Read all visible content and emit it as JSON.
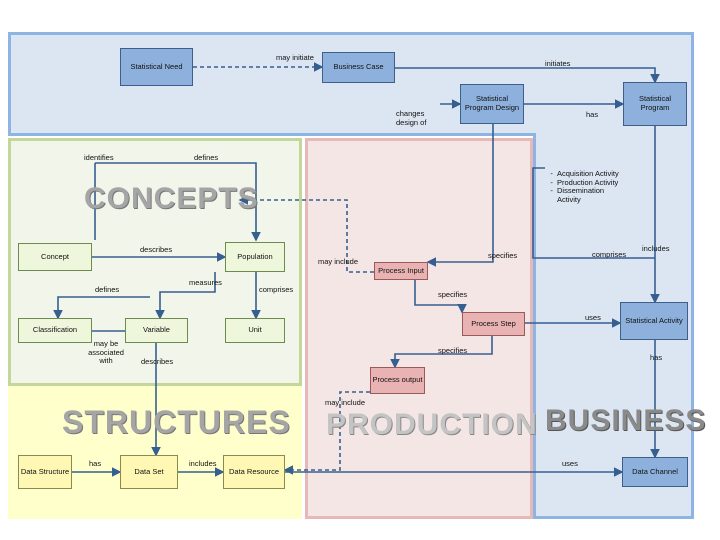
{
  "sections": {
    "concepts": "CONCEPTS",
    "structures": "STRUCTURES",
    "production": "PRODUCTION",
    "business": "BUSINESS"
  },
  "nodes": {
    "statistical_need": "Statistical Need",
    "business_case": "Business Case",
    "statistical_program_design": "Statistical Program Design",
    "statistical_program": "Statistical Program",
    "concept": "Concept",
    "population": "Population",
    "classification": "Classification",
    "variable": "Variable",
    "unit": "Unit",
    "process_input": "Process Input",
    "process_step": "Process Step",
    "process_output": "Process output",
    "statistical_activity": "Statistical Activity",
    "data_structure": "Data Structure",
    "data_set": "Data Set",
    "data_resource": "Data Resource",
    "data_channel": "Data Channel"
  },
  "activities": [
    "Acquisition Activity",
    "Production Activity",
    "Dissemination Activity"
  ],
  "relations": {
    "may_initiate": "may initiate",
    "initiates": "initiates",
    "changes_design_of": "changes design of",
    "has_top": "has",
    "identifies": "identifies",
    "defines_top": "defines",
    "describes": "describes",
    "measures": "measures",
    "defines_mid": "defines",
    "comprises_left": "comprises",
    "may_be_associated_with": "may be associated with",
    "describes_bottom": "describes",
    "may_include_top": "may include",
    "specifies_top": "specifies",
    "specifies_mid": "specifies",
    "specifies_bottom": "specifies",
    "comprises_right": "comprises",
    "includes_right": "includes",
    "uses_mid": "uses",
    "has_right": "has",
    "may_include_bottom": "may include",
    "has_bottom": "has",
    "includes_bottom": "includes",
    "uses_bottom": "uses"
  },
  "colors": {
    "business_bg": "#dce6f2",
    "business_border": "#8eb4e3",
    "concepts_bg": "#f2f6ea",
    "concepts_border": "#c4d79b",
    "structures_bg": "#ffffcc",
    "production_bg": "#f5e6e6",
    "production_border": "#e6b9b8",
    "wire": "#365f91"
  }
}
